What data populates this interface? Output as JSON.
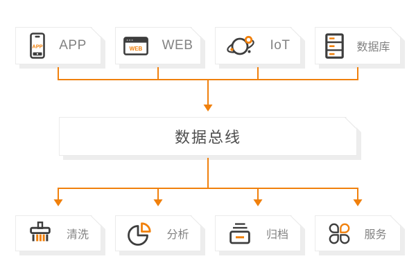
{
  "diagram": {
    "colors": {
      "accent_orange": "#F0800C",
      "icon_dark": "#3D3D3D",
      "label_gray": "#828282",
      "title_gray": "#4D4D4D",
      "card_border": "#EBEBEB",
      "card_shadow": "#EDEDED"
    },
    "sources": [
      {
        "label": "APP",
        "icon": "smartphone-icon",
        "icon_text": "APP"
      },
      {
        "label": "WEB",
        "icon": "browser-icon",
        "icon_text": "WEB"
      },
      {
        "label": "IoT",
        "icon": "iot-planet-icon"
      },
      {
        "label": "数据库",
        "icon": "database-icon"
      }
    ],
    "bus": {
      "label": "数据总线"
    },
    "consumers": [
      {
        "label": "清洗",
        "icon": "brush-icon"
      },
      {
        "label": "分析",
        "icon": "pie-chart-icon"
      },
      {
        "label": "归档",
        "icon": "archive-icon"
      },
      {
        "label": "服务",
        "icon": "services-icon"
      }
    ]
  }
}
